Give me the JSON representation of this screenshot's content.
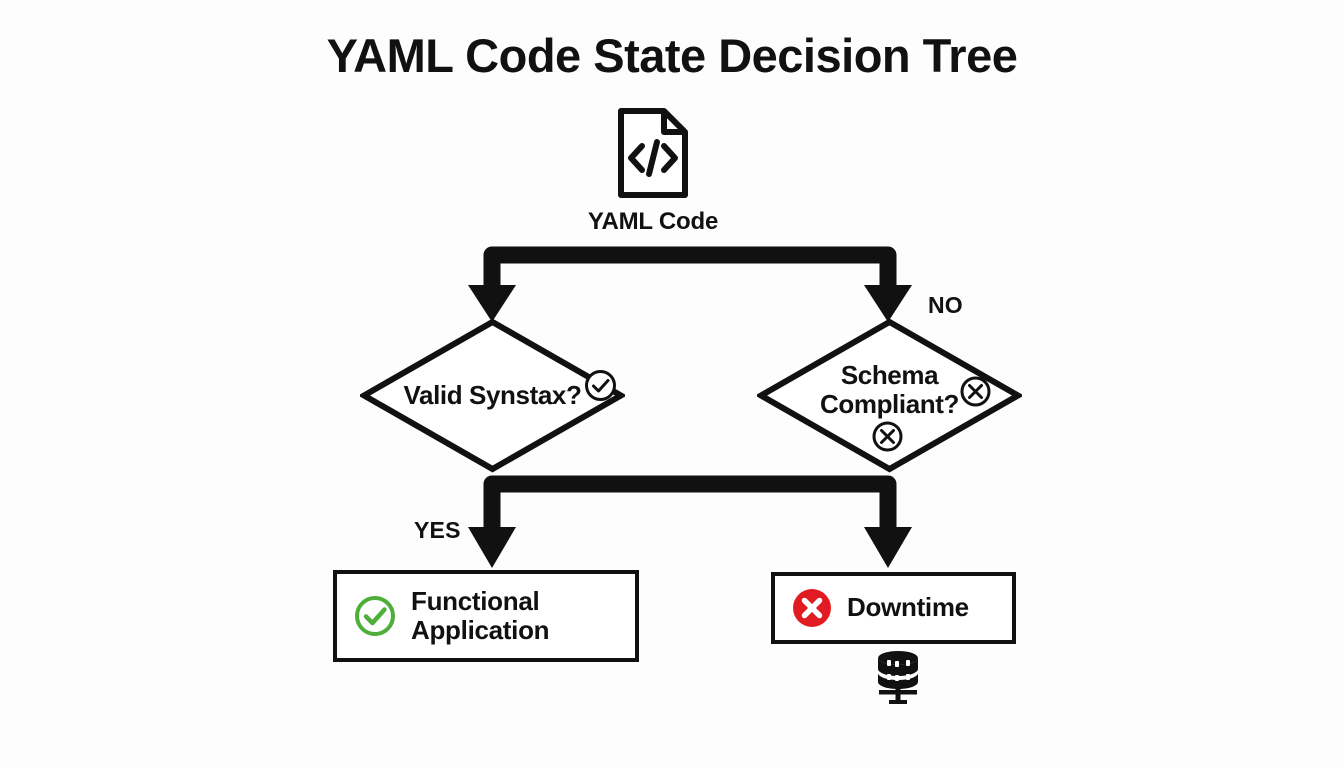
{
  "page": {
    "title": "YAML Code State Decision Tree",
    "background_color": "#fdfdfd",
    "ink_color": "#111111"
  },
  "colors": {
    "ink": "#111111",
    "success_green": "#4FAE3A",
    "error_red": "#E01B22",
    "white": "#ffffff"
  },
  "source": {
    "icon": "code-file-icon",
    "icon_glyph": "</>",
    "label": "YAML Code"
  },
  "decisions": [
    {
      "id": "valid-syntax",
      "lines": [
        "Valid Synstax?"
      ],
      "badges": [
        "check-circle-icon"
      ]
    },
    {
      "id": "schema-compliant",
      "lines": [
        "Schema",
        "Compliant?"
      ],
      "badges": [
        "x-circle-icon",
        "x-circle-icon"
      ]
    }
  ],
  "branch_labels": {
    "no": "NO",
    "yes": "YES"
  },
  "outcomes": [
    {
      "id": "functional-application",
      "icon": "check-circle-green-icon",
      "label": "Functional\nApplication",
      "icon_color": "#4FAE3A"
    },
    {
      "id": "downtime",
      "icon": "x-circle-red-icon",
      "label": "Downtime",
      "icon_color": "#E01B22"
    }
  ],
  "footer_icon": {
    "id": "database-icon",
    "name": "database-icon"
  }
}
